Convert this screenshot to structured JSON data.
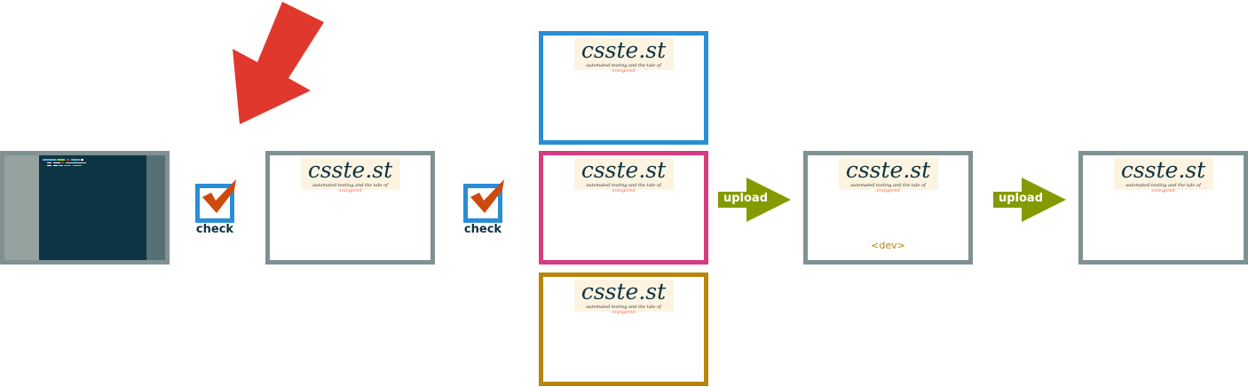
{
  "logo": {
    "title": "csste.st",
    "subtitle": "automated testing and the tale of",
    "subtitle_accent": "orangered"
  },
  "steps": {
    "check_label": "check",
    "upload_label": "upload",
    "dev_label": "<dev>"
  },
  "colors": {
    "frame": "#7f9193",
    "blue": "#2a8ed6",
    "pink": "#d63c7f",
    "gold": "#b8860b",
    "arrow_red": "#e0382c",
    "upload_green": "#849a00",
    "check_orange": "#cc4a0c",
    "editor_bg": "#0d3442"
  }
}
